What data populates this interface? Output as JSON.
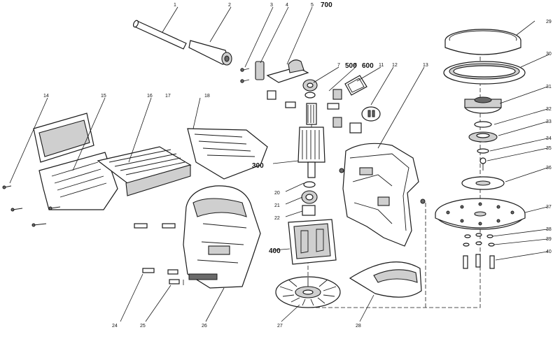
{
  "labels": {
    "n1": "1",
    "n2": "2",
    "n3": "3",
    "n4": "4",
    "n5": "5",
    "n7": "7",
    "n8": "8",
    "n11": "11",
    "n12": "12",
    "n13": "13",
    "n14": "14",
    "n15": "15",
    "n16": "16",
    "n17": "17",
    "n18": "18",
    "n20": "20",
    "n21": "21",
    "n22": "22",
    "n24": "24",
    "n25": "25",
    "n26": "26",
    "n27": "27",
    "n28": "28",
    "n29": "29",
    "n30": "30",
    "n31": "31",
    "n32": "32",
    "n33": "33",
    "n34": "34",
    "n35": "35",
    "n36": "36",
    "n37": "37",
    "n38": "38",
    "n39": "39",
    "n40": "40",
    "n300": "300",
    "n400": "400",
    "n500": "500",
    "n600": "600",
    "n700": "700"
  }
}
